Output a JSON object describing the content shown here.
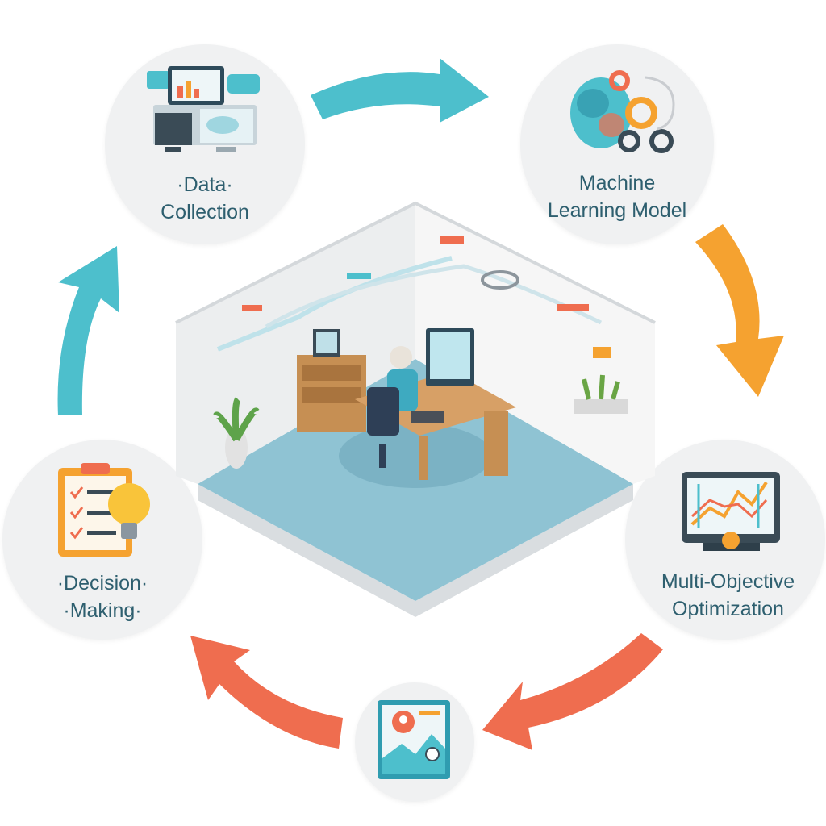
{
  "nodes": {
    "data_collection": {
      "line1": "·Data·",
      "line2": "Collection"
    },
    "ml_model": {
      "line1": "Machine",
      "line2": "Learning Model"
    },
    "moo": {
      "line1": "Multi-Objective",
      "line2": "Optimization"
    },
    "decision": {
      "line1": "·Decision·",
      "line2": "·Making·"
    }
  },
  "colors": {
    "teal": "#4dbfcc",
    "orange": "#f5a230",
    "coral": "#ef6d4f",
    "node_bg": "#f0f1f2",
    "label": "#2e5f6f"
  }
}
